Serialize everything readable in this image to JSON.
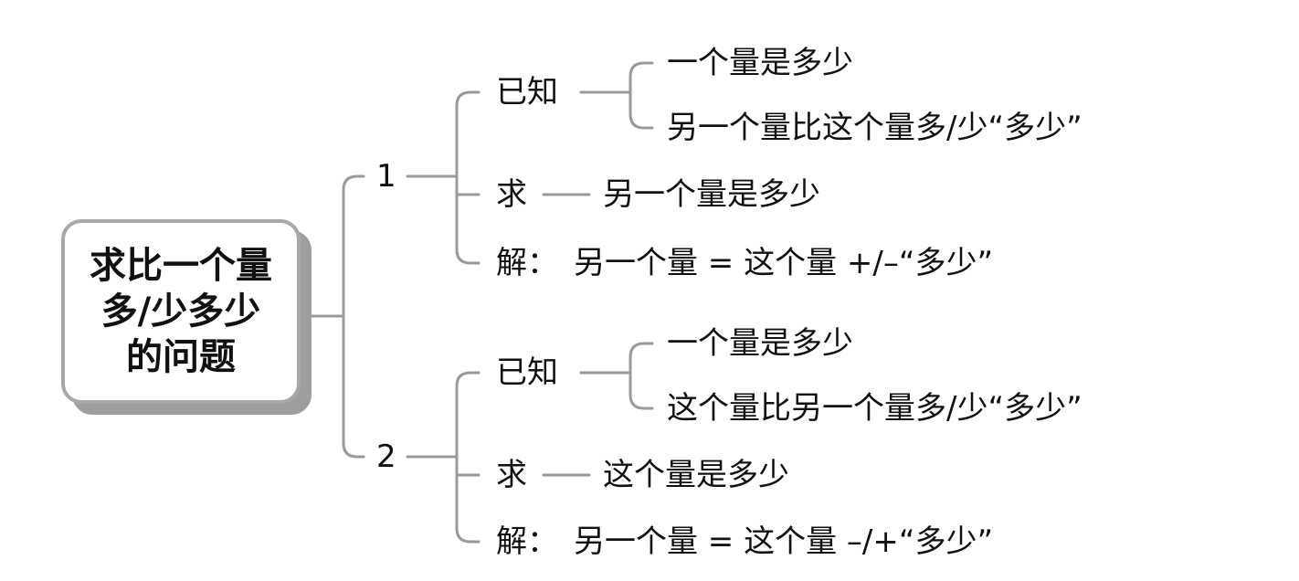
{
  "root": {
    "title": "求比一个量多/少多少的问题"
  },
  "branch1": {
    "label": "1",
    "known": {
      "label": "已知",
      "items": [
        "一个量是多少",
        "另一个量比这个量多/少“多少”"
      ]
    },
    "ask": {
      "label": "求",
      "target": "另一个量是多少"
    },
    "solve": {
      "label": "解：",
      "formula": "另一个量 = 这个量 +/–“多少”"
    }
  },
  "branch2": {
    "label": "2",
    "known": {
      "label": "已知",
      "items": [
        "一个量是多少",
        "这个量比另一个量多/少“多少”"
      ]
    },
    "ask": {
      "label": "求",
      "target": "这个量是多少"
    },
    "solve": {
      "label": "解：",
      "formula": "另一个量 = 这个量 –/+“多少”"
    }
  }
}
